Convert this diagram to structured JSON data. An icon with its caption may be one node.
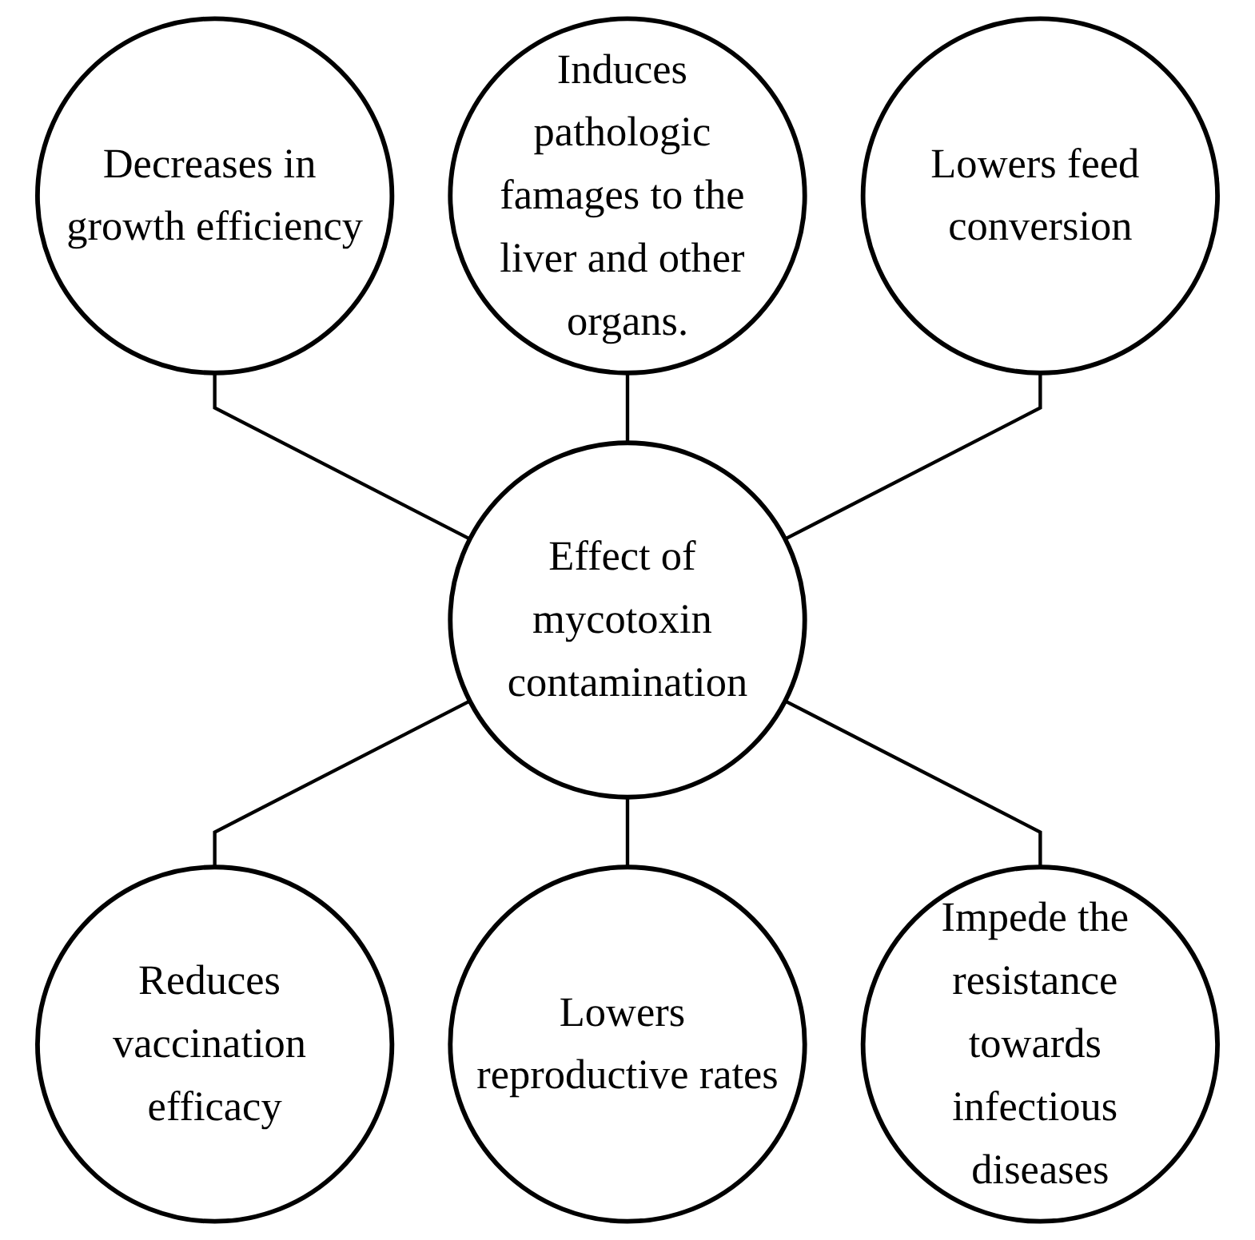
{
  "diagram": {
    "nodes": [
      {
        "text": [
          "Decreases in growth efficiency"
        ]
      },
      {
        "text": [
          "Induces pathologic famages to the liver and other organs."
        ]
      },
      {
        "text": [
          "Lowers feed conversion"
        ]
      },
      {
        "text": [
          "Effect of mycotoxin contamination"
        ]
      },
      {
        "text": [
          "Reduces vaccination efficacy"
        ]
      },
      {
        "text": [
          "Lowers reproductive rates"
        ]
      },
      {
        "text": [
          "Impede the resistance towards infectious diseases"
        ]
      }
    ],
    "edges": [
      {
        "from": 0,
        "to": 3,
        "arrow": "none"
      },
      {
        "from": 1,
        "to": 3,
        "arrow": "none"
      },
      {
        "from": 2,
        "to": 3,
        "arrow": "none"
      },
      {
        "from": 3,
        "to": 4,
        "arrow": "none"
      },
      {
        "from": 3,
        "to": 5,
        "arrow": "none"
      },
      {
        "from": 3,
        "to": 6,
        "arrow": "none"
      }
    ]
  }
}
